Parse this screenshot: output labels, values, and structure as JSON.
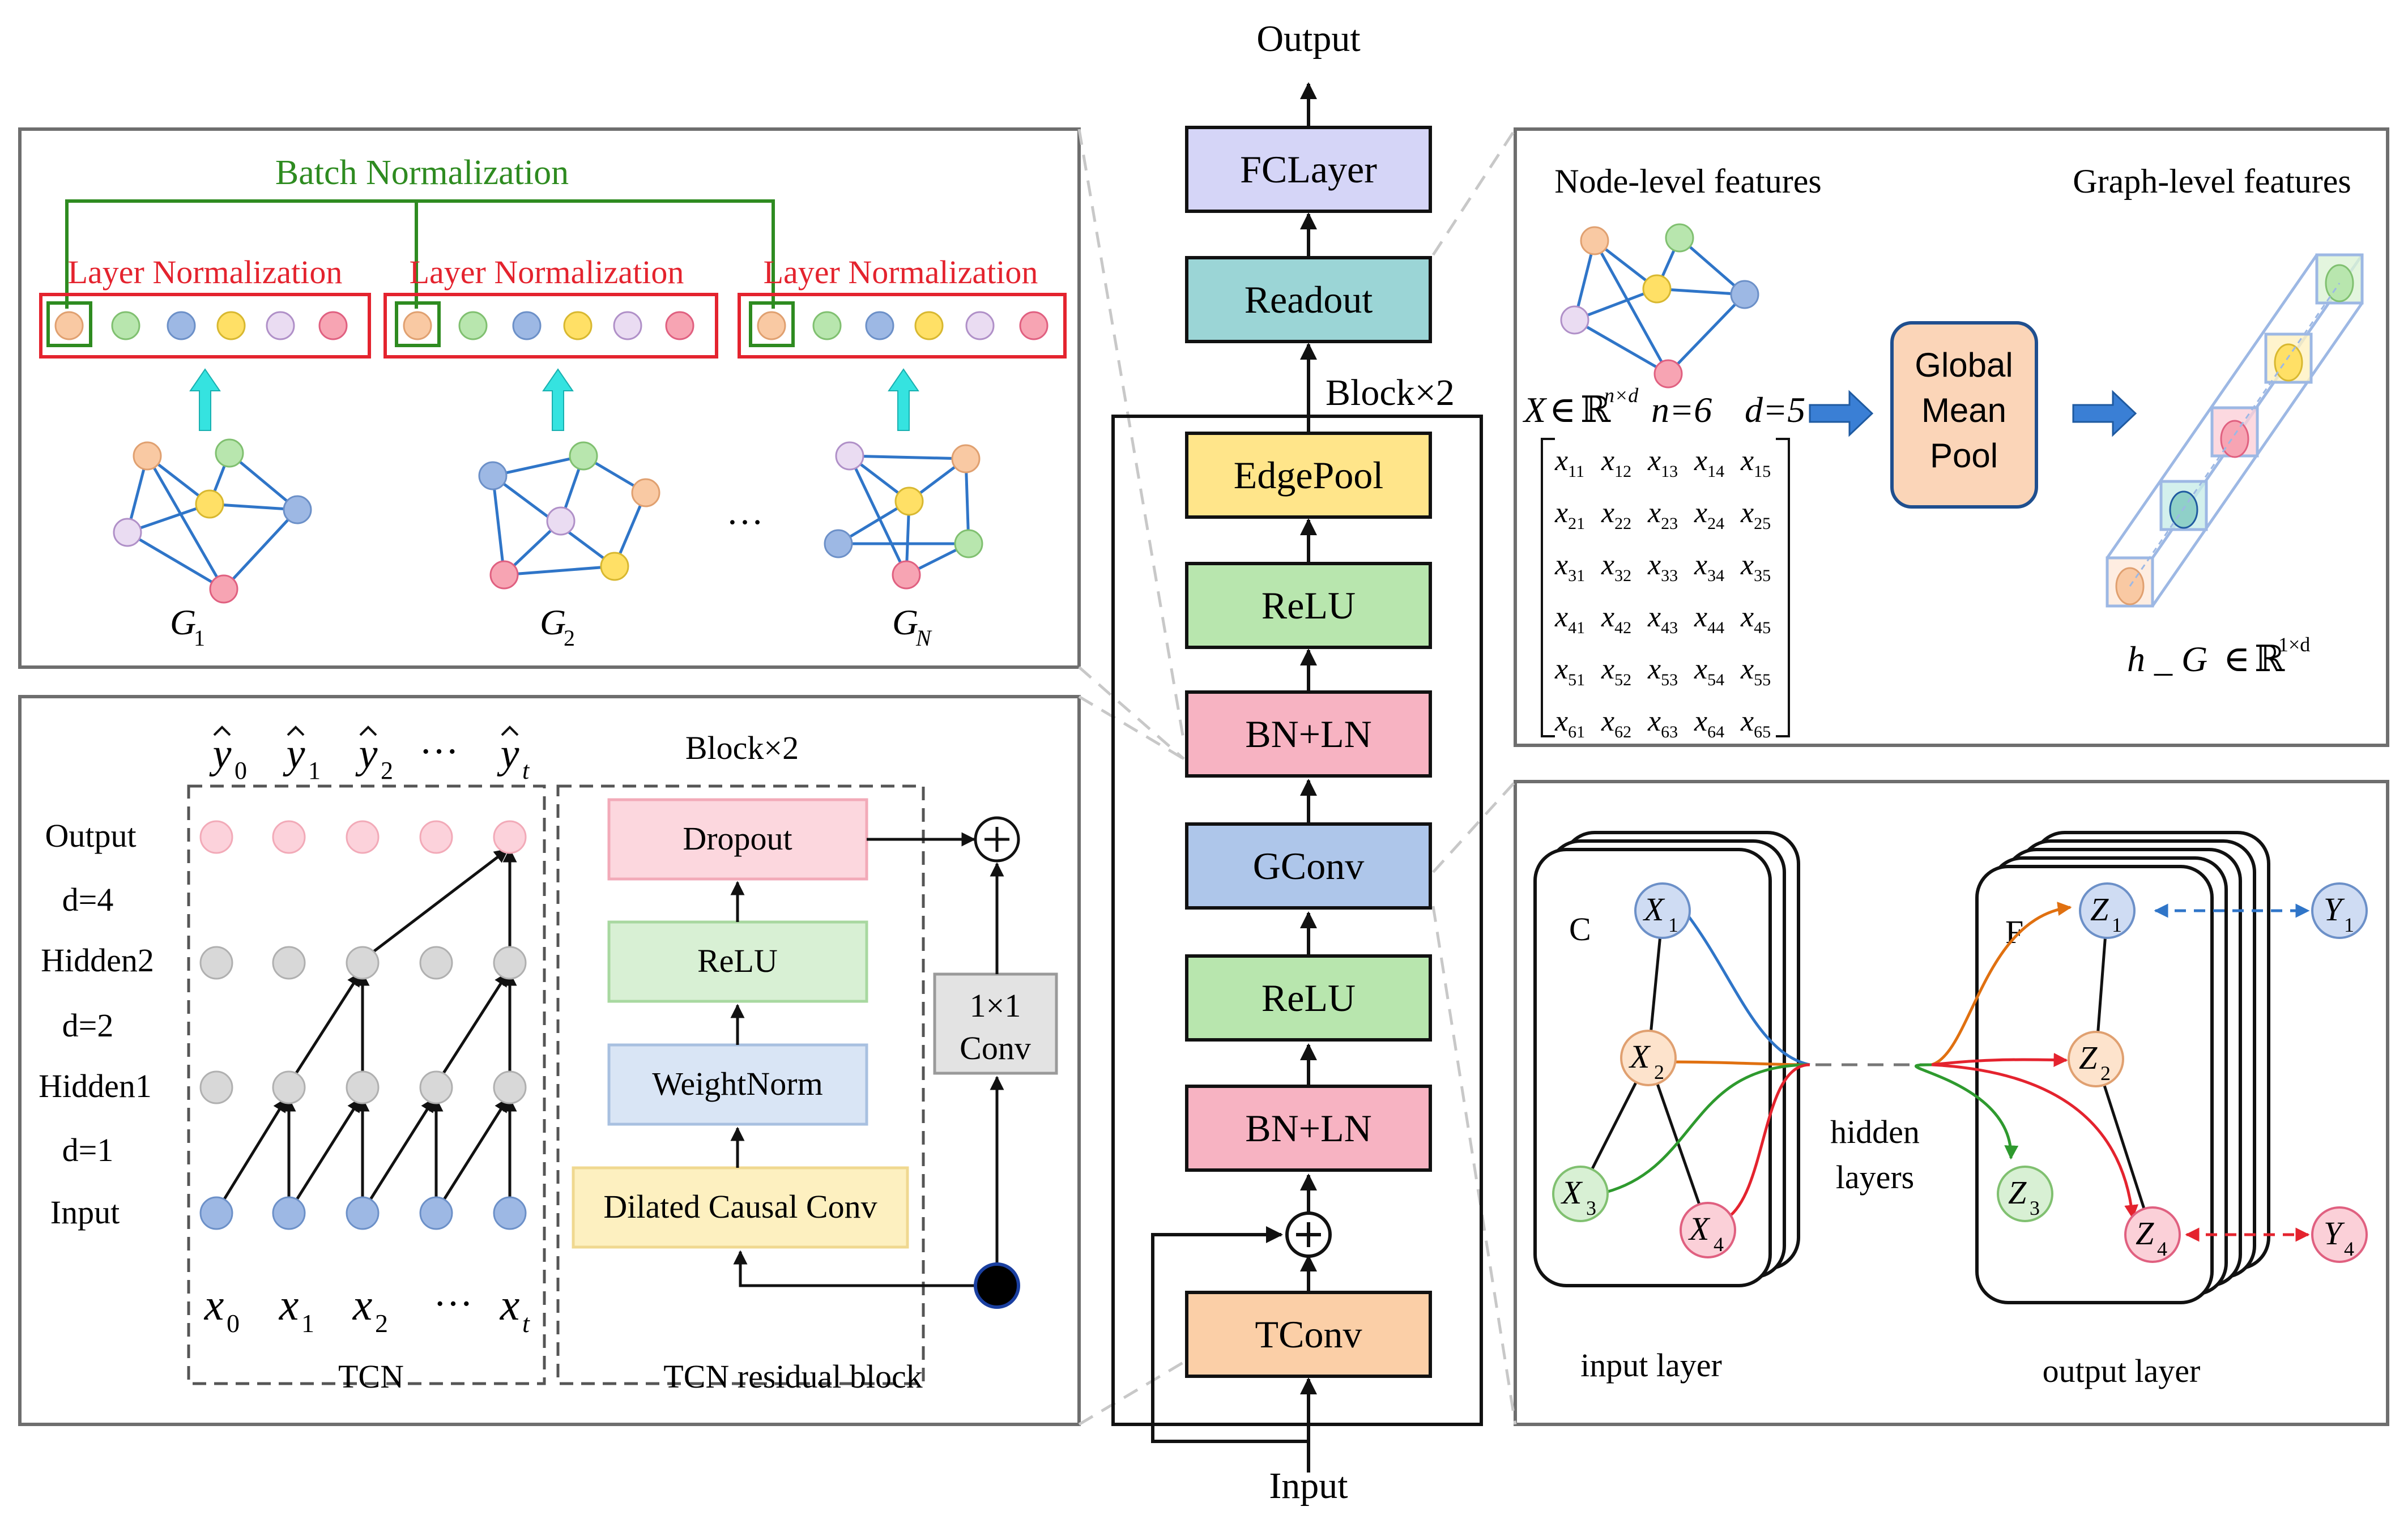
{
  "colors": {
    "panel_border": "#6e6e6e",
    "batchnorm_green": "#2e8b20",
    "layernorm_red": "#e4232e",
    "arrow_cyan": "#35e3e0",
    "edge_blue": "#2f75c8",
    "orange_node": "#f9c9a3",
    "green_node": "#b8e6ae",
    "blue_node": "#9db8e4",
    "yellow_node": "#ffe066",
    "purple_node": "#eadcf2",
    "pink_node": "#f7a4b3",
    "box_fclayer": "#d5d5f7",
    "box_readout": "#9bd5d6",
    "box_edgepool": "#ffe58a",
    "box_relu": "#b8e6ae",
    "box_bnln": "#f7b3c2",
    "box_gconv": "#aec6ea",
    "box_tconv": "#fbcfa7"
  },
  "main": {
    "output_label": "Output",
    "input_label": "Input",
    "block_label": "Block×2",
    "layers": {
      "fclayer": "FCLayer",
      "readout": "Readout",
      "edgepool": "EdgePool",
      "relu_top": "ReLU",
      "bnln_top": "BN+LN",
      "gconv": "GConv",
      "relu_bottom": "ReLU",
      "bnln_bottom": "BN+LN",
      "tconv": "TConv"
    }
  },
  "norm_panel": {
    "batch_norm_label": "Batch Normalization",
    "layer_norm_label": "Layer Normalization",
    "graph_labels": [
      "G",
      "G",
      "G"
    ],
    "graph_subscripts": [
      "1",
      "2",
      "N"
    ],
    "ellipsis": "…"
  },
  "tcn_panel": {
    "row_labels": [
      "Output",
      "d=4",
      "Hidden2",
      "d=2",
      "Hidden1",
      "d=1",
      "Input"
    ],
    "y_hat_labels": [
      "y",
      "y",
      "y",
      "y"
    ],
    "y_hat_subscripts": [
      "0",
      "1",
      "2",
      "t"
    ],
    "x_labels": [
      "x",
      "x",
      "x",
      "x"
    ],
    "x_subscripts": [
      "0",
      "1",
      "2",
      "t"
    ],
    "dots": "···",
    "tcn_caption": "TCN",
    "block_label": "Block×2",
    "residual_caption": "TCN residual block",
    "residual_layers": {
      "dropout": "Dropout",
      "relu": "ReLU",
      "weightnorm": "WeightNorm",
      "dilated": "Dilated Causal Conv",
      "conv_line1": "1×1",
      "conv_line2": "Conv"
    }
  },
  "pool_panel": {
    "node_features_label": "Node-level features",
    "graph_features_label": "Graph-level features",
    "x_def_x": "X",
    "x_def_in": "∈",
    "x_def_R": "ℝ",
    "x_def_sup": "n×d",
    "n_equals": "n=6",
    "d_equals": "d=5",
    "matrix_entries": [
      [
        "11",
        "12",
        "13",
        "14",
        "15"
      ],
      [
        "21",
        "22",
        "23",
        "24",
        "25"
      ],
      [
        "31",
        "32",
        "33",
        "34",
        "35"
      ],
      [
        "41",
        "42",
        "43",
        "44",
        "45"
      ],
      [
        "51",
        "52",
        "53",
        "54",
        "55"
      ],
      [
        "61",
        "62",
        "63",
        "64",
        "65"
      ]
    ],
    "matrix_symbol": "x",
    "pool_line1": "Global",
    "pool_line2": "Mean",
    "pool_line3": "Pool",
    "hG_label": "h _ G",
    "hG_in": "∈",
    "hG_R": "ℝ",
    "hG_sup": "1×d"
  },
  "gcn_panel": {
    "C_label": "C",
    "F_label": "F",
    "input_layer_caption": "input layer",
    "output_layer_caption": "output layer",
    "hidden_line1": "hidden",
    "hidden_line2": "layers",
    "x_symbol": "X",
    "x_subscripts": [
      "1",
      "2",
      "3",
      "4"
    ],
    "z_symbol": "Z",
    "z_subscripts": [
      "1",
      "2",
      "3",
      "4"
    ],
    "y_symbol": "Y",
    "y_subscripts": [
      "1",
      "4"
    ]
  }
}
